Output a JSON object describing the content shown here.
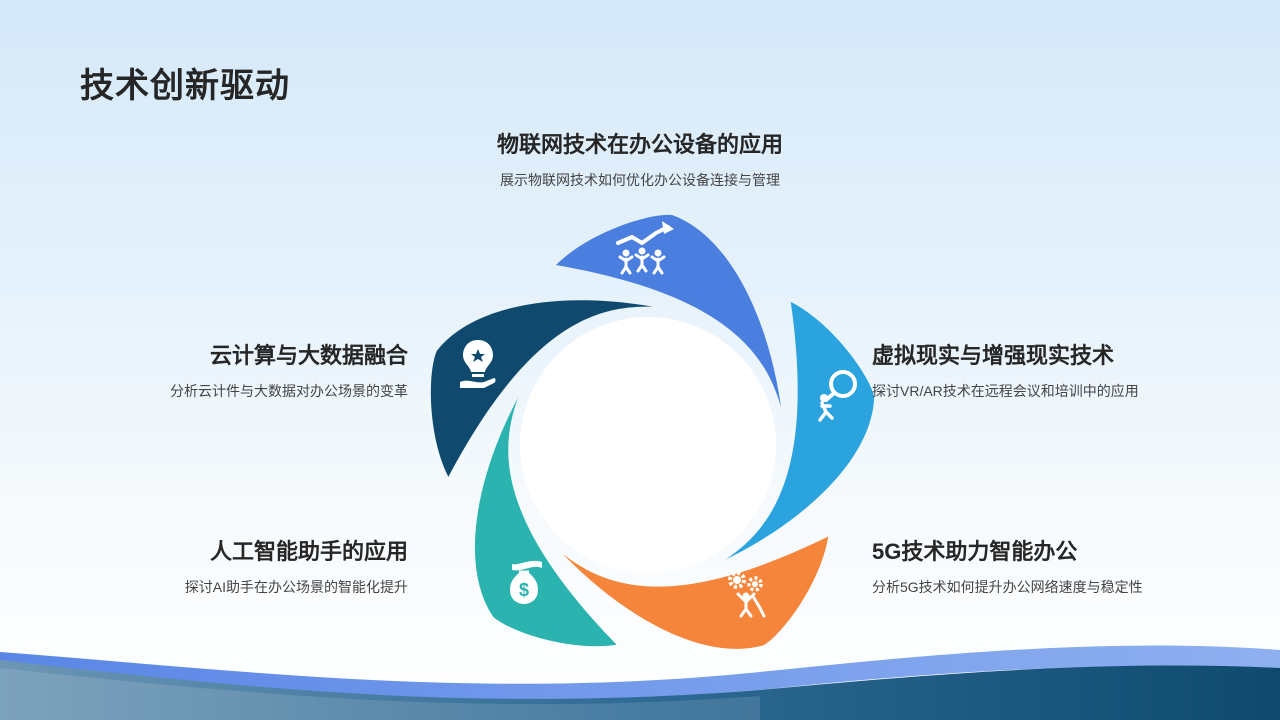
{
  "page": {
    "title": "技术创新驱动"
  },
  "topics": [
    {
      "id": "iot",
      "title": "物联网技术在办公设备的应用",
      "desc": "展示物联网技术如何优化办公设备连接与管理",
      "color": "#4a7fe0",
      "icon": "team-growth-icon"
    },
    {
      "id": "vr",
      "title": "虚拟现实与增强现实技术",
      "desc": "探讨VR/AR技术在远程会议和培训中的应用",
      "color": "#2aa3df",
      "icon": "magnifier-person-icon"
    },
    {
      "id": "5g",
      "title": "5G技术助力智能办公",
      "desc": "分析5G技术如何提升办公网络速度与稳定性",
      "color": "#f5853a",
      "icon": "gears-person-icon"
    },
    {
      "id": "ai",
      "title": "人工智能助手的应用",
      "desc": "探讨AI助手在办公场景的智能化提升",
      "color": "#2bb3b0",
      "icon": "money-bag-hand-icon"
    },
    {
      "id": "cloud",
      "title": "云计算与大数据融合",
      "desc": "分析云计件与大数据对办公场景的变革",
      "color": "#0f4a6e",
      "icon": "lightbulb-hand-icon"
    }
  ]
}
